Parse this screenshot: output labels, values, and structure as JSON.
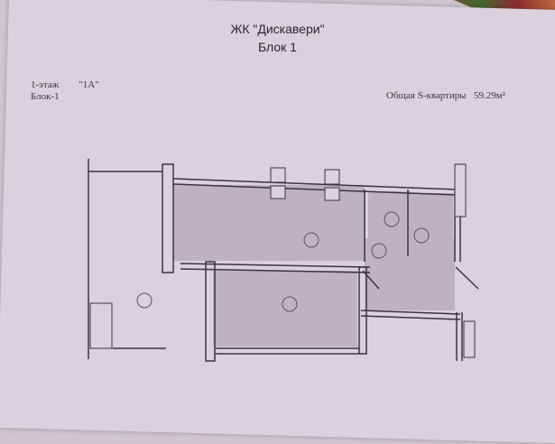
{
  "document": {
    "complex_title": "ЖК \"Дискавери\"",
    "block_title": "Блок 1",
    "floor_label": "1-этаж",
    "apartment_type": "\"1A\"",
    "block_label": "Блок-1",
    "total_area_label": "Общая S-квартиры",
    "total_area_value": "59.29м²"
  },
  "plan": {
    "rooms": [
      {
        "id": "terrace",
        "label": "—"
      },
      {
        "id": "kitchen-living",
        "label": "—"
      },
      {
        "id": "bedroom",
        "label": "—"
      },
      {
        "id": "bathroom",
        "label": "—"
      },
      {
        "id": "hall",
        "label": "—"
      },
      {
        "id": "storage",
        "label": "—"
      }
    ],
    "colors": {
      "wall": "#3a343e",
      "room_fill": "#bcb3bf",
      "paper": "#d9d2dc"
    }
  }
}
